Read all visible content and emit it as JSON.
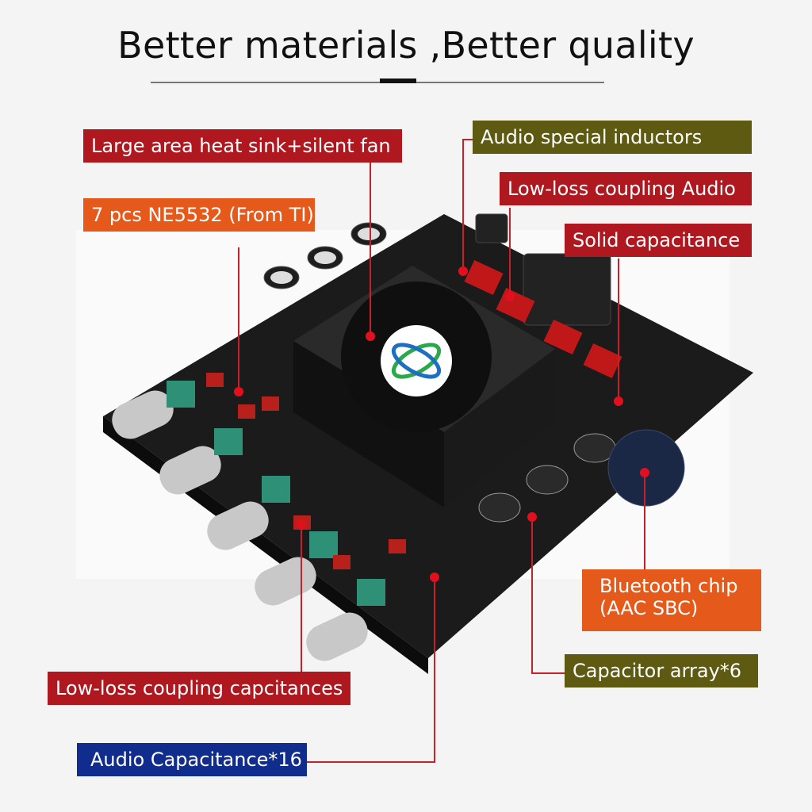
{
  "title": "Better materials ,Better quality",
  "callouts": [
    {
      "id": "heatsink",
      "text": "Large area heat sink+silent fan",
      "color": "#b01820"
    },
    {
      "id": "opamps",
      "text": "7 pcs NE5532 (From TI)",
      "color": "#e55a1a"
    },
    {
      "id": "inductors",
      "text": "Audio special inductors",
      "color": "#5e5a12"
    },
    {
      "id": "coupling-audio",
      "text": "Low-loss coupling Audio",
      "color": "#b01820"
    },
    {
      "id": "solid-cap",
      "text": "Solid capacitance",
      "color": "#b01820"
    },
    {
      "id": "bluetooth",
      "text": "Bluetooth chip",
      "text2": "(AAC SBC)",
      "color": "#e55a1a"
    },
    {
      "id": "cap-array",
      "text": "Capacitor array*6",
      "color": "#5e5a12"
    },
    {
      "id": "coupling-caps",
      "text": "Low-loss coupling capcitances",
      "color": "#b01820"
    },
    {
      "id": "audio-caps",
      "text": "Audio Capacitance*16",
      "color": "#102c8c"
    }
  ],
  "product": {
    "description": "Amplifier board with cooling fan, 5 knobs, Bluetooth module"
  }
}
